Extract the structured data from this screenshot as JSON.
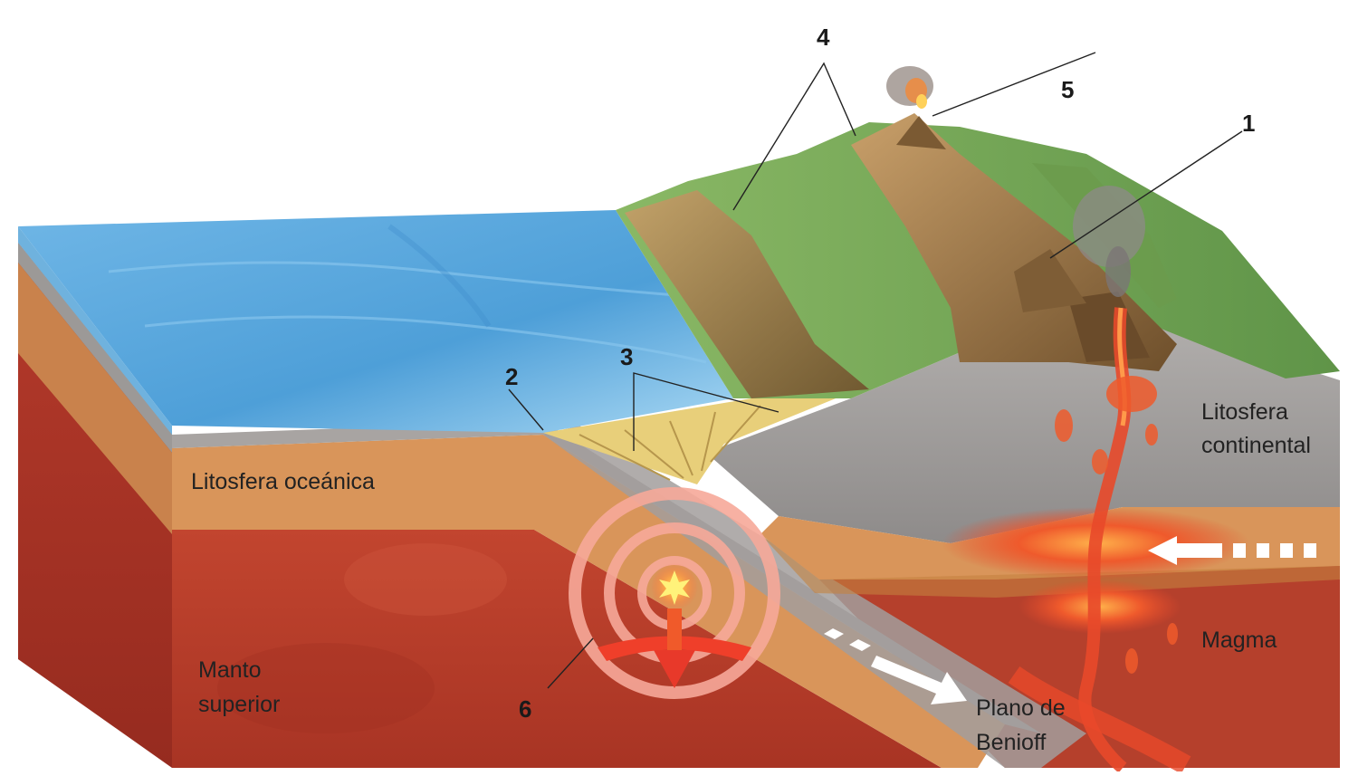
{
  "labels": {
    "litosfera_oceanica": "Litosfera oceánica",
    "litosfera_continental_1": "Litosfera",
    "litosfera_continental_2": "continental",
    "manto_1": "Manto",
    "manto_2": "superior",
    "magma": "Magma",
    "benioff_1": "Plano de",
    "benioff_2": "Benioff"
  },
  "numbers": {
    "n1": "1",
    "n2": "2",
    "n3": "3",
    "n4": "4",
    "n5": "5",
    "n6": "6"
  },
  "colors": {
    "ocean": "#5aa8dc",
    "ocean_light": "#9fd2f2",
    "oceanic_lithosphere": "#d9955a",
    "mantle": "#b8402e",
    "crust_grey": "#a7a4a3",
    "vegetation": "#7aa95a",
    "mountains": "#8a6a3e",
    "sediment": "#e8cf7a",
    "magma": "#e8492a"
  }
}
